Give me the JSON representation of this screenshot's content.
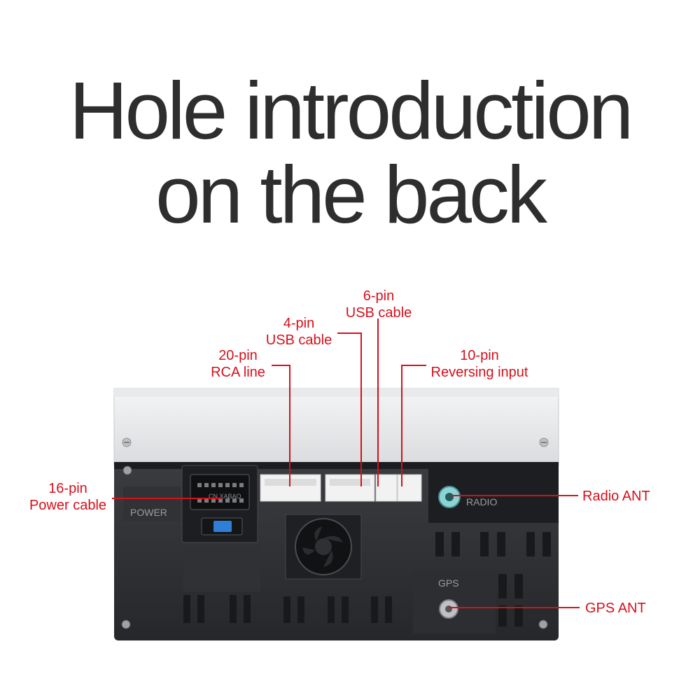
{
  "title": {
    "line1": "Hole introduction",
    "line2": "on the back"
  },
  "device": {
    "power_label": "POWER",
    "radio_label": "RADIO",
    "gps_label": "GPS",
    "connector_marking": "CN XABAO"
  },
  "callouts": {
    "pin6": {
      "line1": "6-pin",
      "line2": "USB cable"
    },
    "pin4": {
      "line1": "4-pin",
      "line2": "USB cable"
    },
    "pin20": {
      "line1": "20-pin",
      "line2": "RCA line"
    },
    "pin10": {
      "line1": "10-pin",
      "line2": "Reversing input"
    },
    "pin16": {
      "line1": "16-pin",
      "line2": "Power cable"
    },
    "radio_ant": "Radio ANT",
    "gps_ant": "GPS ANT"
  },
  "colors": {
    "accent": "#d6101a",
    "title": "#2e2e2e",
    "device": "#2b2d30"
  }
}
